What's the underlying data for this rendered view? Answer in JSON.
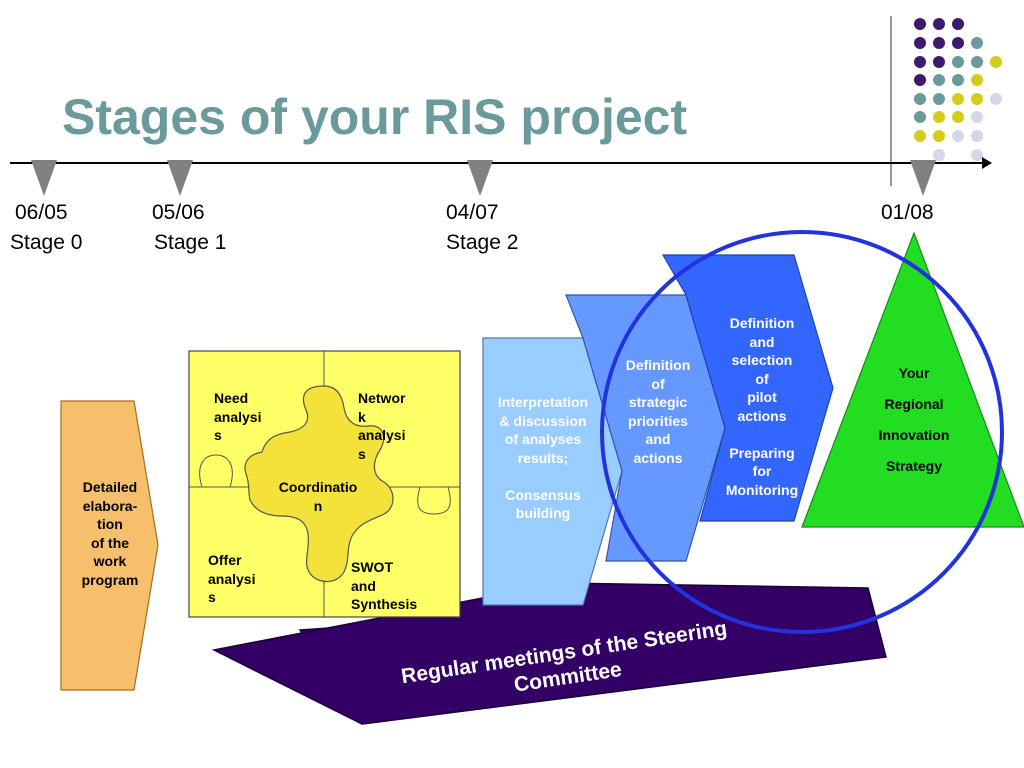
{
  "title": "Stages of your RIS project",
  "timeline": {
    "milestones": [
      {
        "date": "06/05",
        "stage": "Stage 0"
      },
      {
        "date": "05/06",
        "stage": "Stage 1"
      },
      {
        "date": "04/07",
        "stage": "Stage 2"
      },
      {
        "date": "01/08",
        "stage": ""
      }
    ]
  },
  "work_program": {
    "label": "Detailed\nelabora-\ntion\nof the\nwork\nprogram"
  },
  "puzzle": {
    "need": "Need\nanalysi\ns",
    "network": "Networ\nk\nanalysi\ns",
    "offer": "Offer\nanalysi\ns",
    "swot": "SWOT\nand\nSynthesis",
    "coordination": "Coordinatio\nn"
  },
  "stages": {
    "interpretation": "Interpretation\n& discussion\nof analyses\nresults;\n\nConsensus\nbuilding",
    "priorities": "Definition\nof\nstrategic\npriorities\nand\nactions",
    "pilot": "Definition\nand\nselection\nof\npilot\nactions\n\nPreparing\nfor\nMonitoring"
  },
  "strategy": {
    "label": "Your\nRegional\nInnovation\nStrategy"
  },
  "steering": {
    "label": "Regular meetings of the Steering\nCommittee"
  },
  "colors": {
    "title": "#6b9a9c",
    "work_program": "#f5bf6b",
    "puzzle": "#ffff66",
    "coordination": "#f2e23a",
    "interpretation": "#99ccff",
    "priorities": "#6699ff",
    "pilot": "#3366ff",
    "strategy": "#22dd22",
    "steering": "#330066",
    "circle": "#2233dd",
    "timeline_marker": "#808080"
  }
}
